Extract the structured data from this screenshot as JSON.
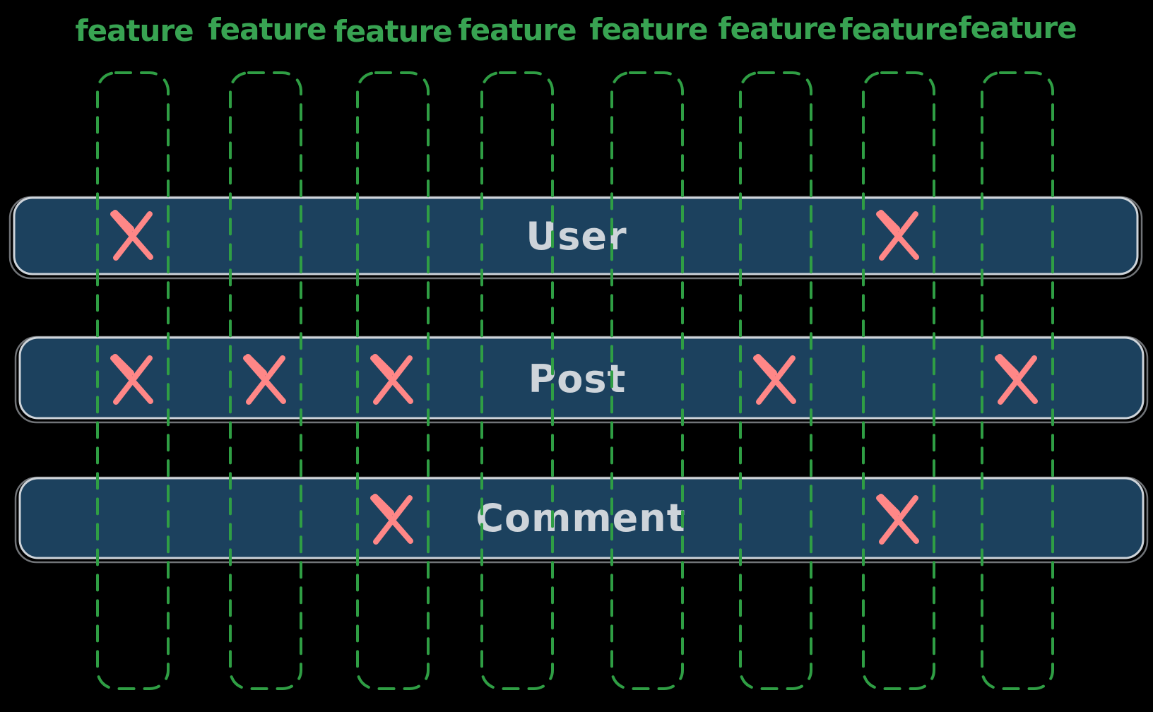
{
  "diagram": {
    "columns": [
      {
        "label": "feature"
      },
      {
        "label": "feature"
      },
      {
        "label": "feature"
      },
      {
        "label": "feature"
      },
      {
        "label": "feature"
      },
      {
        "label": "feature"
      },
      {
        "label": "feature"
      },
      {
        "label": "feature"
      }
    ],
    "rows": [
      {
        "label": "User",
        "crosses": [
          0,
          6
        ]
      },
      {
        "label": "Post",
        "crosses": [
          0,
          1,
          2,
          5,
          7
        ]
      },
      {
        "label": "Comment",
        "crosses": [
          2,
          6
        ]
      }
    ],
    "colors": {
      "background": "#000000",
      "column_stroke": "#2f9e44",
      "column_label": "#38a352",
      "bar_fill": "#1c415e",
      "bar_stroke": "#ced4da",
      "bar_label": "#ced4da",
      "cross": "#ff8787"
    },
    "icons": {
      "cross": "x-mark-icon"
    }
  }
}
